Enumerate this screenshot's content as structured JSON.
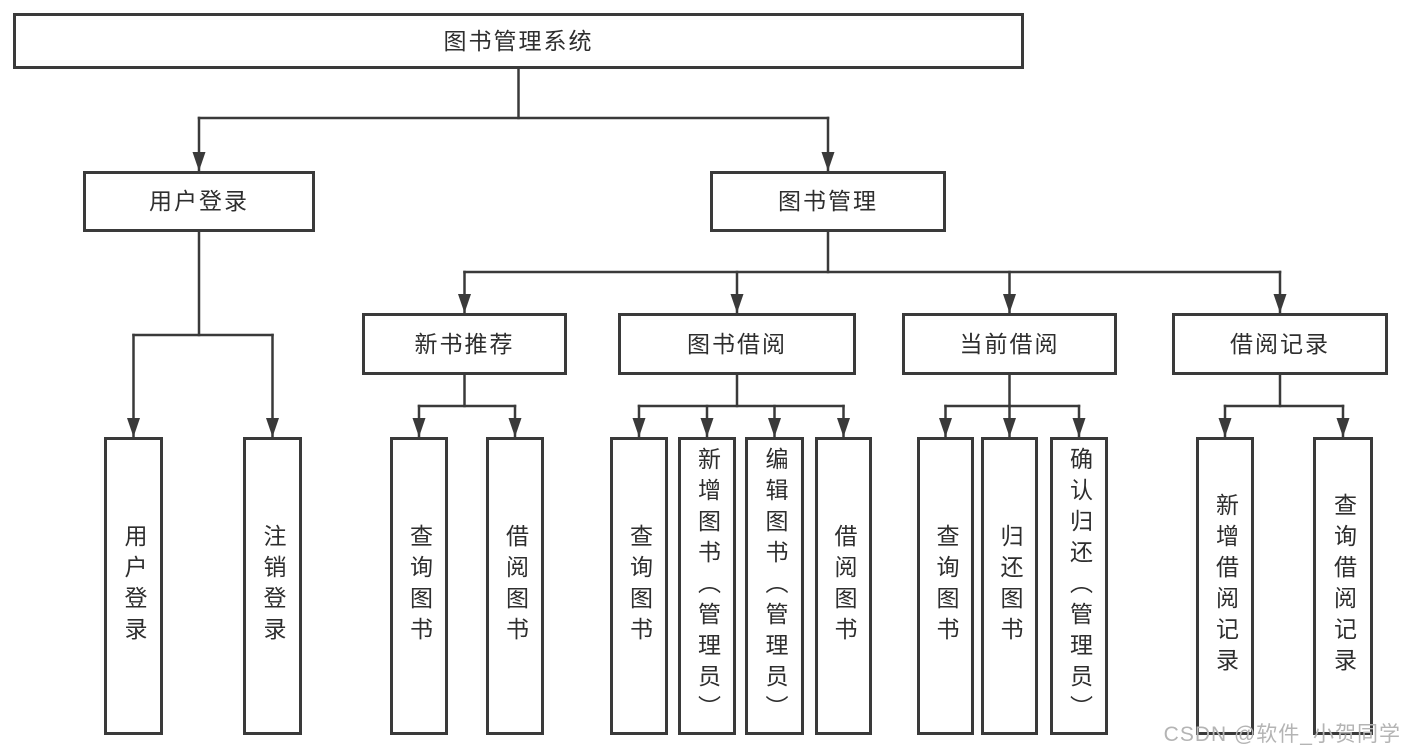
{
  "diagram": {
    "colors": {
      "line": "#3a3a3a",
      "text": "#2e2e2e",
      "background": "#ffffff",
      "watermark": "#b4b4b4"
    },
    "root": {
      "label": "图书管理系统"
    },
    "level2": {
      "user_login": {
        "label": "用户登录"
      },
      "book_management": {
        "label": "图书管理"
      }
    },
    "level3": {
      "new_book_recommend": {
        "label": "新书推荐"
      },
      "book_borrowing": {
        "label": "图书借阅"
      },
      "current_borrowing": {
        "label": "当前借阅"
      },
      "borrow_records": {
        "label": "借阅记录"
      }
    },
    "leaves": {
      "user_login": {
        "label": "用户登录"
      },
      "logout": {
        "label": "注销登录"
      },
      "recommend_query_books": {
        "label": "查询图书"
      },
      "recommend_borrow_books": {
        "label": "借阅图书"
      },
      "borrowing_query_books": {
        "label": "查询图书"
      },
      "borrowing_add_books": {
        "label": "新增图书（管理员）"
      },
      "borrowing_edit_books": {
        "label": "编辑图书（管理员）"
      },
      "borrowing_borrow_books": {
        "label": "借阅图书"
      },
      "current_query_books": {
        "label": "查询图书"
      },
      "current_return_books": {
        "label": "归还图书"
      },
      "current_confirm_return": {
        "label": "确认归还（管理员）"
      },
      "records_add_record": {
        "label": "新增借阅记录"
      },
      "records_query_record": {
        "label": "查询借阅记录"
      }
    },
    "hierarchy": {
      "图书管理系统": [
        "用户登录",
        "图书管理"
      ],
      "用户登录": [
        "用户登录",
        "注销登录"
      ],
      "图书管理": [
        "新书推荐",
        "图书借阅",
        "当前借阅",
        "借阅记录"
      ],
      "新书推荐": [
        "查询图书",
        "借阅图书"
      ],
      "图书借阅": [
        "查询图书",
        "新增图书（管理员）",
        "编辑图书（管理员）",
        "借阅图书"
      ],
      "当前借阅": [
        "查询图书",
        "归还图书",
        "确认归还（管理员）"
      ],
      "借阅记录": [
        "新增借阅记录",
        "查询借阅记录"
      ]
    }
  },
  "watermark": {
    "text": "CSDN @软件_小贺同学"
  }
}
